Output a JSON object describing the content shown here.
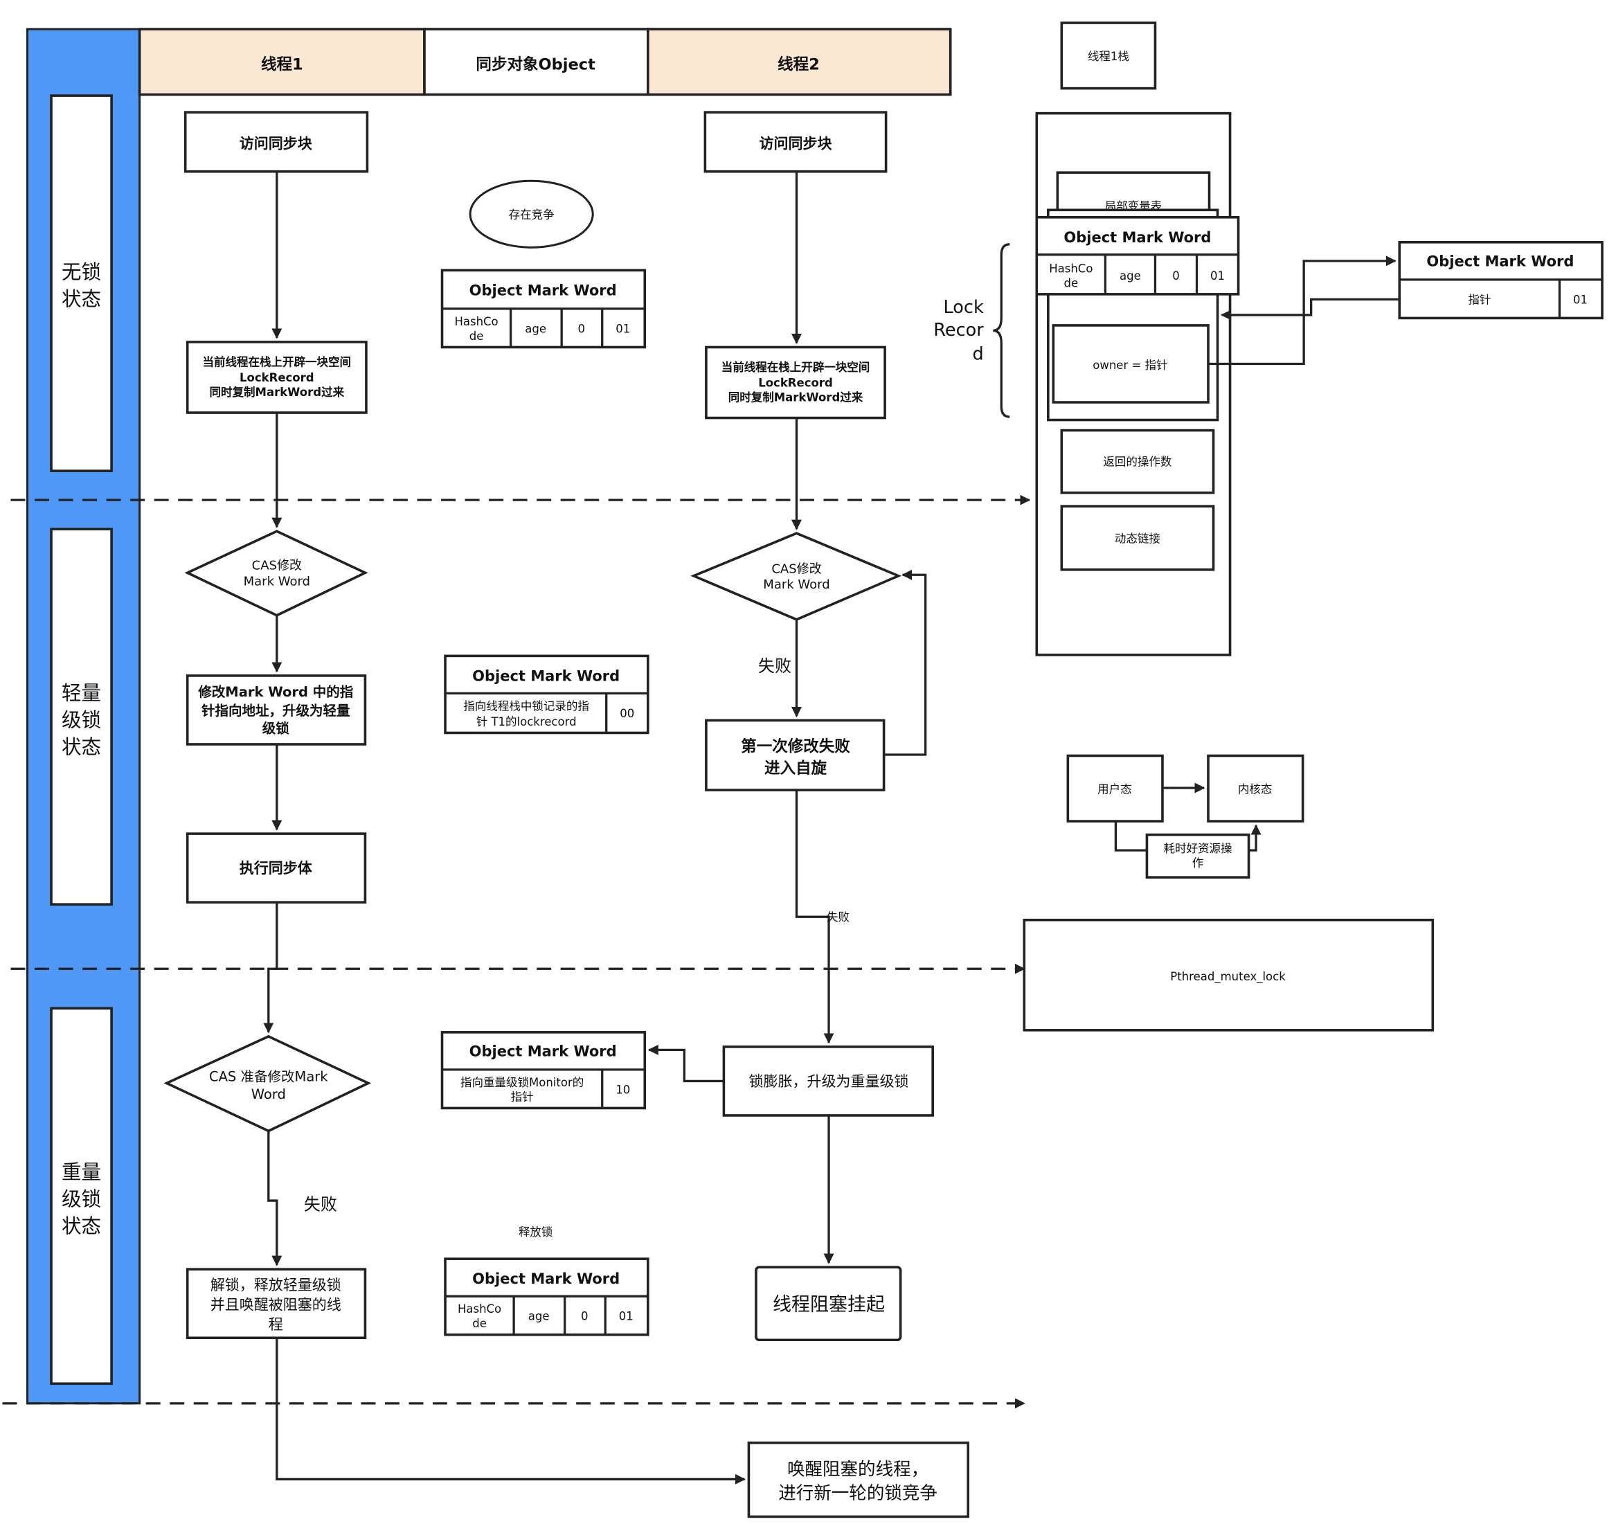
{
  "lanes": {
    "thread1": "线程1",
    "sync_object": "同步对象Object",
    "thread2": "线程2"
  },
  "states": {
    "lock_free": [
      "无锁",
      "状态"
    ],
    "lightweight": [
      "轻量",
      "级锁",
      "状态"
    ],
    "heavyweight": [
      "重量",
      "级锁",
      "状态"
    ]
  },
  "thread1": {
    "access_sync_block": "访问同步块",
    "create_lock_record": [
      "当前线程在栈上开辟一块空间",
      "LockRecord",
      "同时复制MarkWord过来"
    ],
    "cas_modify": [
      "CAS修改",
      "Mark Word"
    ],
    "upgrade_lightweight": [
      "修改Mark Word 中的指",
      "针指向地址，升级为轻量",
      "级锁"
    ],
    "execute_sync_body": "执行同步体",
    "cas_prepare": [
      "CAS 准备修改Mark",
      "Word"
    ],
    "failure_label": "失败",
    "unlock_wake": [
      "解锁，释放轻量级锁",
      "并且唤醒被阻塞的线",
      "程"
    ]
  },
  "sync_object": {
    "contention": "存在竞争",
    "mark_word_title": "Object Mark Word",
    "unlocked_word": {
      "hashcode": [
        "HashCo",
        "de"
      ],
      "age": "age",
      "biased": "0",
      "lock_bits": "01"
    },
    "lightweight_word": {
      "pointer_text": [
        "指向线程栈中锁记录的指",
        "针 T1的lockrecord"
      ],
      "lock_bits": "00"
    },
    "heavyweight_word": {
      "pointer_text": [
        "指向重量级锁Monitor的",
        "指针"
      ],
      "lock_bits": "10"
    },
    "release_lock": "释放锁",
    "released_word": {
      "hashcode": [
        "HashCo",
        "de"
      ],
      "age": "age",
      "biased": "0",
      "lock_bits": "01"
    }
  },
  "thread2": {
    "access_sync_block": "访问同步块",
    "create_lock_record": [
      "当前线程在栈上开辟一块空间",
      "LockRecord",
      "同时复制MarkWord过来"
    ],
    "cas_modify": [
      "CAS修改",
      "Mark Word"
    ],
    "failure_label": "失败",
    "first_failure_spin": [
      "第一次修改失败",
      "进入自旋"
    ],
    "failure_label_small": "失败",
    "lock_inflation": "锁膨胀，升级为重量级锁",
    "thread_blocked": "线程阻塞挂起"
  },
  "wake_blocked": [
    "唤醒阻塞的线程，",
    "进行新一轮的锁竞争"
  ],
  "thread1_stack": {
    "title": "线程1栈",
    "local_vars": "局部变量表",
    "mark_word_title": "Object Mark Word",
    "word": {
      "hashcode": [
        "HashCo",
        "de"
      ],
      "age": "age",
      "biased": "0",
      "lock_bits": "01"
    },
    "owner": "owner = 指针",
    "return_operand": "返回的操作数",
    "dynamic_linking": "动态链接",
    "lock_record_brace_label": [
      "Lock",
      "Recor",
      "d"
    ]
  },
  "external_mark_word": {
    "title": "Object Mark Word",
    "pointer": "指针",
    "lock_bits": "01"
  },
  "mode_switch": {
    "user_mode": "用户态",
    "kernel_mode": "内核态",
    "costly": [
      "耗时好资源操",
      "作"
    ]
  },
  "pthread_box": "Pthread_mutex_lock",
  "colors": {
    "sidebar": "#4f98f5",
    "lane_header": "#fae8d2",
    "stroke": "#222222"
  }
}
